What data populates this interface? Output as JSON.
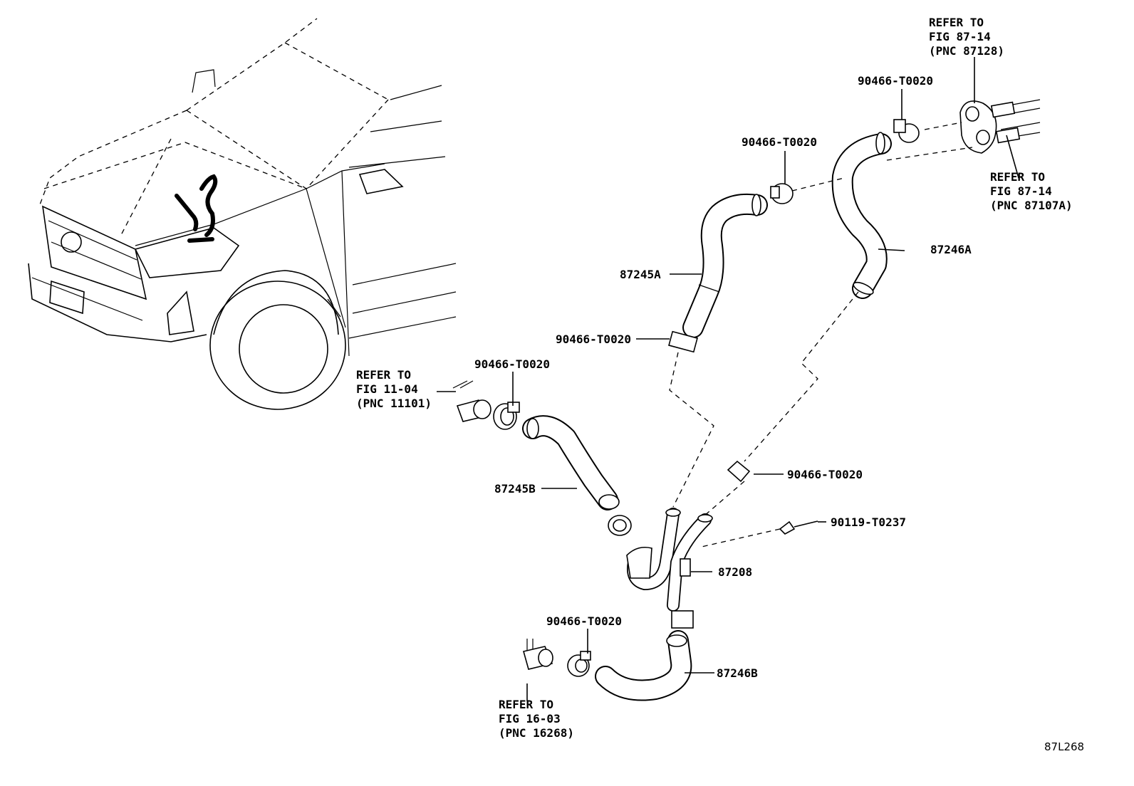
{
  "diagram": {
    "figure_code": "87L268",
    "part_labels": {
      "hose_87245a": "87245A",
      "hose_87246a": "87246A",
      "hose_87245b": "87245B",
      "pipe_87208": "87208",
      "hose_87246b": "87246B",
      "bolt_90119": "90119-T0237",
      "clamp": "90466-T0020"
    },
    "references": {
      "top_right": [
        "REFER TO",
        "FIG 87-14",
        "(PNC 87128)"
      ],
      "right": [
        "REFER TO",
        "FIG 87-14",
        "(PNC 87107A)"
      ],
      "left": [
        "REFER TO",
        "FIG 11-04",
        "(PNC 11101)"
      ],
      "bottom": [
        "REFER TO",
        "FIG 16-03",
        "(PNC 16268)"
      ]
    }
  }
}
